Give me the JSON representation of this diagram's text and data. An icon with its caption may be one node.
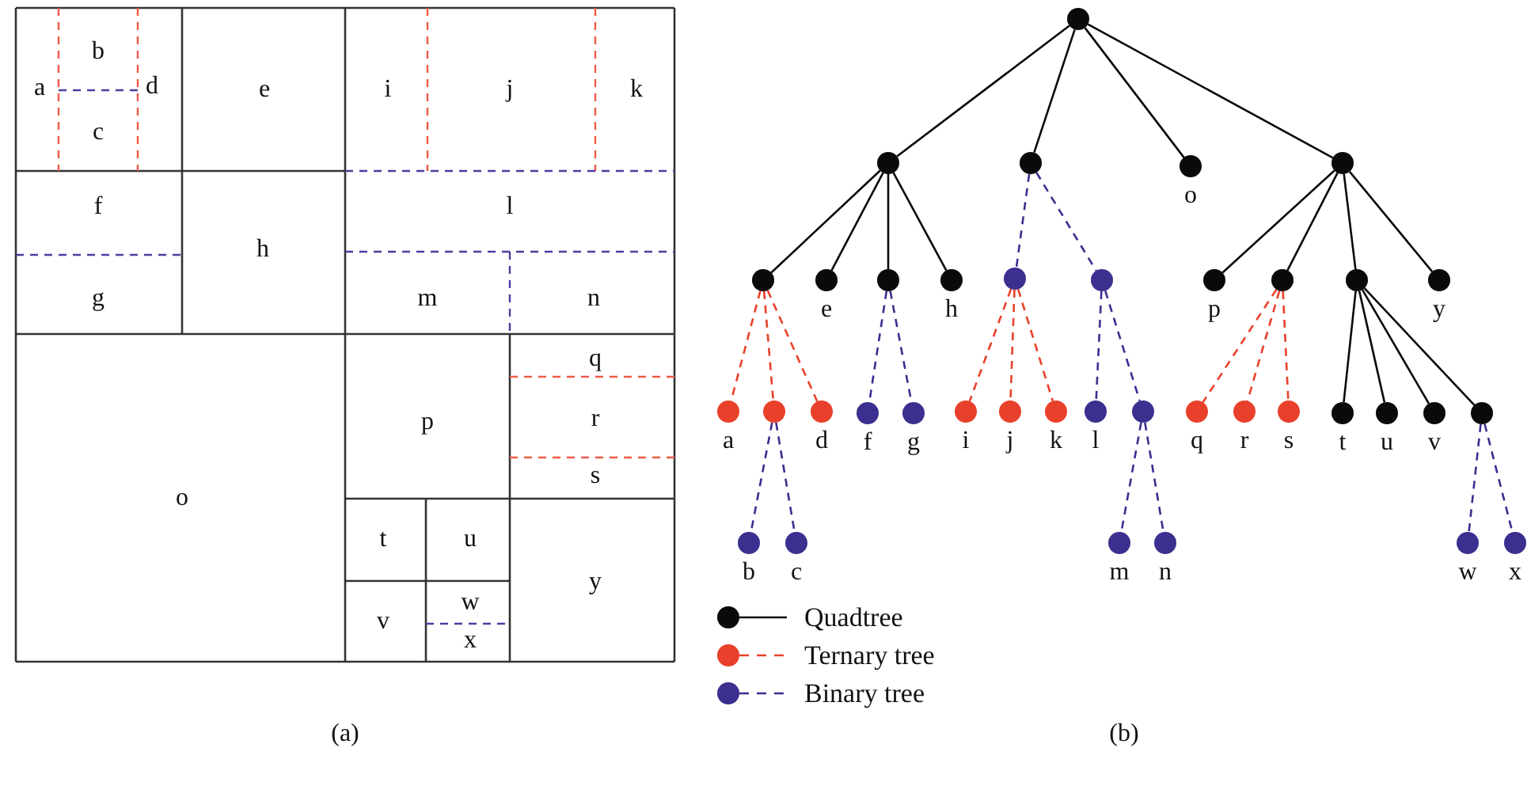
{
  "diagram": {
    "nodes": [
      {
        "text": [],
        "shape": "circle"
      },
      {
        "text": [],
        "shape": "circle"
      },
      {
        "text": [],
        "shape": "circle"
      },
      {
        "text": [],
        "shape": "circle",
        "beside": [
          "o"
        ]
      },
      {
        "text": [],
        "shape": "circle"
      },
      {
        "text": [],
        "shape": "circle"
      },
      {
        "text": [],
        "shape": "circle",
        "beside": [
          "e"
        ]
      },
      {
        "text": [],
        "shape": "circle"
      },
      {
        "text": [],
        "shape": "circle",
        "beside": [
          "h"
        ]
      },
      {
        "text": [],
        "shape": "circle"
      },
      {
        "text": [],
        "shape": "circle"
      },
      {
        "text": [],
        "shape": "circle",
        "beside": [
          "p"
        ]
      },
      {
        "text": [],
        "shape": "circle"
      },
      {
        "text": [],
        "shape": "circle"
      },
      {
        "text": [],
        "shape": "circle",
        "beside": [
          "y"
        ]
      },
      {
        "text": [],
        "shape": "circle",
        "beside": [
          "a"
        ]
      },
      {
        "text": [],
        "shape": "circle"
      },
      {
        "text": [],
        "shape": "circle",
        "beside": [
          "d"
        ]
      },
      {
        "text": [],
        "shape": "circle",
        "beside": [
          "f"
        ]
      },
      {
        "text": [],
        "shape": "circle",
        "beside": [
          "g"
        ]
      },
      {
        "text": [],
        "shape": "circle",
        "beside": [
          "i"
        ]
      },
      {
        "text": [],
        "shape": "circle",
        "beside": [
          "j"
        ]
      },
      {
        "text": [],
        "shape": "circle",
        "beside": [
          "k"
        ]
      },
      {
        "text": [],
        "shape": "circle",
        "beside": [
          "l"
        ]
      },
      {
        "text": [],
        "shape": "circle"
      },
      {
        "text": [],
        "shape": "circle",
        "beside": [
          "q"
        ]
      },
      {
        "text": [],
        "shape": "circle",
        "beside": [
          "r"
        ]
      },
      {
        "text": [],
        "shape": "circle",
        "beside": [
          "s"
        ]
      },
      {
        "text": [],
        "shape": "circle",
        "beside": [
          "t"
        ]
      },
      {
        "text": [],
        "shape": "circle",
        "beside": [
          "u"
        ]
      },
      {
        "text": [],
        "shape": "circle",
        "beside": [
          "v"
        ]
      },
      {
        "text": [],
        "shape": "circle"
      },
      {
        "text": [],
        "shape": "circle",
        "beside": [
          "b"
        ]
      },
      {
        "text": [],
        "shape": "circle",
        "beside": [
          "c"
        ]
      },
      {
        "text": [],
        "shape": "circle",
        "beside": [
          "m"
        ]
      },
      {
        "text": [],
        "shape": "circle",
        "beside": [
          "n"
        ]
      },
      {
        "text": [],
        "shape": "circle",
        "beside": [
          "w"
        ]
      },
      {
        "text": [],
        "shape": "circle",
        "beside": [
          "x"
        ]
      }
    ],
    "edges": [
      {
        "from": 0,
        "to": 1,
        "arrow": "none"
      },
      {
        "from": 0,
        "to": 2,
        "arrow": "none"
      },
      {
        "from": 0,
        "to": 3,
        "arrow": "none"
      },
      {
        "from": 0,
        "to": 4,
        "arrow": "none"
      },
      {
        "from": 1,
        "to": 5,
        "arrow": "none"
      },
      {
        "from": 1,
        "to": 6,
        "arrow": "none"
      },
      {
        "from": 1,
        "to": 7,
        "arrow": "none"
      },
      {
        "from": 1,
        "to": 8,
        "arrow": "none"
      },
      {
        "from": 2,
        "to": 9,
        "arrow": "none",
        "style": "dashed",
        "color": "#3b2f8f"
      },
      {
        "from": 2,
        "to": 10,
        "arrow": "none",
        "style": "dashed",
        "color": "#3b2f8f"
      },
      {
        "from": 4,
        "to": 11,
        "arrow": "none"
      },
      {
        "from": 4,
        "to": 12,
        "arrow": "none"
      },
      {
        "from": 4,
        "to": 13,
        "arrow": "none"
      },
      {
        "from": 4,
        "to": 14,
        "arrow": "none"
      },
      {
        "from": 5,
        "to": 15,
        "arrow": "none",
        "style": "dashed",
        "color": "#e8402a"
      },
      {
        "from": 5,
        "to": 16,
        "arrow": "none",
        "style": "dashed",
        "color": "#e8402a"
      },
      {
        "from": 5,
        "to": 17,
        "arrow": "none",
        "style": "dashed",
        "color": "#e8402a"
      },
      {
        "from": 7,
        "to": 18,
        "arrow": "none",
        "style": "dashed",
        "color": "#3b2f8f"
      },
      {
        "from": 7,
        "to": 19,
        "arrow": "none",
        "style": "dashed",
        "color": "#3b2f8f"
      },
      {
        "from": 9,
        "to": 20,
        "arrow": "none",
        "style": "dashed",
        "color": "#e8402a"
      },
      {
        "from": 9,
        "to": 21,
        "arrow": "none",
        "style": "dashed",
        "color": "#e8402a"
      },
      {
        "from": 9,
        "to": 22,
        "arrow": "none",
        "style": "dashed",
        "color": "#e8402a"
      },
      {
        "from": 10,
        "to": 23,
        "arrow": "none",
        "style": "dashed",
        "color": "#3b2f8f"
      },
      {
        "from": 10,
        "to": 24,
        "arrow": "none",
        "style": "dashed",
        "color": "#3b2f8f"
      },
      {
        "from": 12,
        "to": 25,
        "arrow": "none",
        "style": "dashed",
        "color": "#e8402a"
      },
      {
        "from": 12,
        "to": 26,
        "arrow": "none",
        "style": "dashed",
        "color": "#e8402a"
      },
      {
        "from": 12,
        "to": 27,
        "arrow": "none",
        "style": "dashed",
        "color": "#e8402a"
      },
      {
        "from": 13,
        "to": 28,
        "arrow": "none"
      },
      {
        "from": 13,
        "to": 29,
        "arrow": "none"
      },
      {
        "from": 13,
        "to": 30,
        "arrow": "none"
      },
      {
        "from": 13,
        "to": 31,
        "arrow": "none"
      },
      {
        "from": 16,
        "to": 32,
        "arrow": "none",
        "style": "dashed",
        "color": "#3b2f8f"
      },
      {
        "from": 16,
        "to": 33,
        "arrow": "none",
        "style": "dashed",
        "color": "#3b2f8f"
      },
      {
        "from": 24,
        "to": 34,
        "arrow": "none",
        "style": "dashed",
        "color": "#3b2f8f"
      },
      {
        "from": 24,
        "to": 35,
        "arrow": "none",
        "style": "dashed",
        "color": "#3b2f8f"
      },
      {
        "from": 31,
        "to": 36,
        "arrow": "none",
        "style": "dashed",
        "color": "#3b2f8f"
      },
      {
        "from": 31,
        "to": 37,
        "arrow": "none",
        "style": "dashed",
        "color": "#3b2f8f"
      }
    ],
    "labels": [
      "b",
      "a",
      "d",
      "c",
      "e",
      "i",
      "j",
      "k",
      "f",
      "l",
      "h",
      "m",
      "n",
      "g",
      "q",
      "r",
      "o",
      "p",
      "s",
      "t",
      "u",
      "y",
      "w",
      "v",
      "x",
      "(a)",
      "(b)"
    ],
    "legend": [
      {
        "text": "Quadtree"
      },
      {
        "text": "Ternary tree"
      },
      {
        "text": "Binary tree"
      }
    ]
  }
}
